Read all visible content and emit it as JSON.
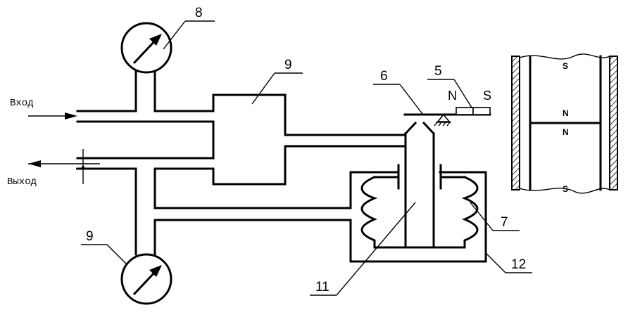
{
  "io": {
    "inlet": "Вход",
    "outlet": "Выход"
  },
  "callouts": {
    "gauge_top": "8",
    "chamber": "9",
    "gauge_bottom": "9",
    "lever": "6",
    "magnet": "5",
    "bellows": "7",
    "rod": "11",
    "housing": "12"
  },
  "magnet_poles": {
    "left": "N",
    "right": "S"
  },
  "magnet_section": {
    "top": "S",
    "mid_upper": "N",
    "mid_lower": "N",
    "bottom": "S"
  }
}
